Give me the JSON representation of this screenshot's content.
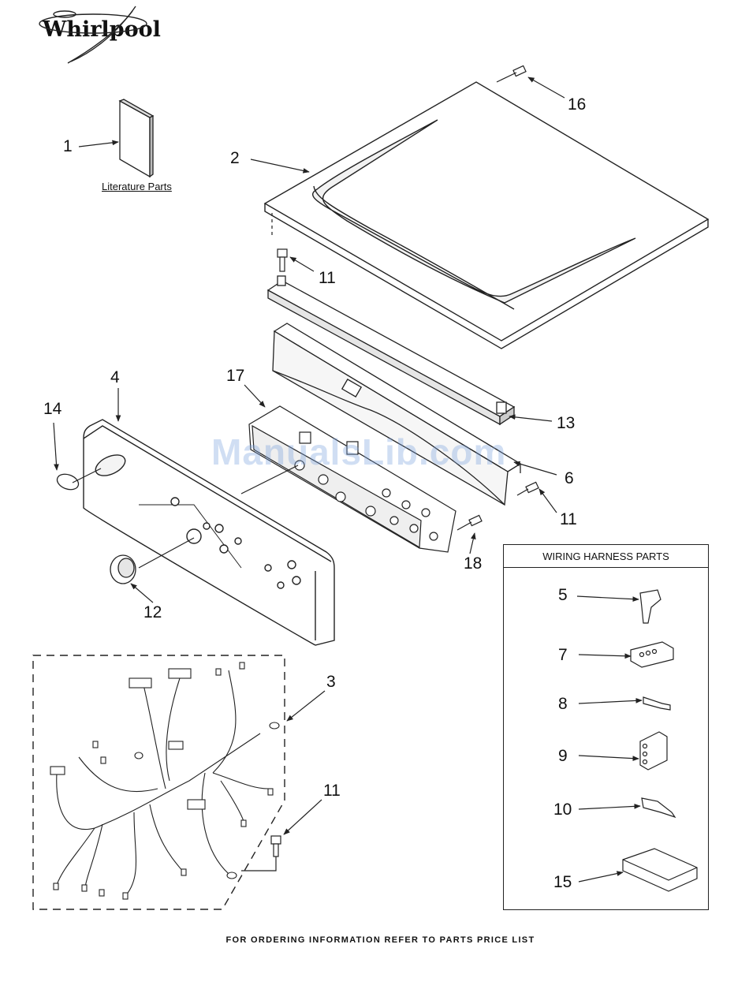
{
  "brand": {
    "name": "Whirlpool"
  },
  "literature_label": "Literature Parts",
  "harness_title": "WIRING HARNESS PARTS",
  "footer": "FOR ORDERING INFORMATION REFER TO PARTS PRICE LIST",
  "watermark": "ManualsLib.com",
  "callouts": {
    "c1": "1",
    "c2": "2",
    "c16": "16",
    "c11a": "11",
    "c17": "17",
    "c4": "4",
    "c14": "14",
    "c13": "13",
    "c6": "6",
    "c11b": "11",
    "c18": "18",
    "c12": "12",
    "c3": "3",
    "c11c": "11",
    "c5": "5",
    "c7": "7",
    "c8": "8",
    "c9": "9",
    "c10": "10",
    "c15": "15"
  },
  "colors": {
    "line": "#222222",
    "fill": "#ffffff",
    "shade": "#e6e6e6",
    "watermark": "#78a0dc"
  }
}
